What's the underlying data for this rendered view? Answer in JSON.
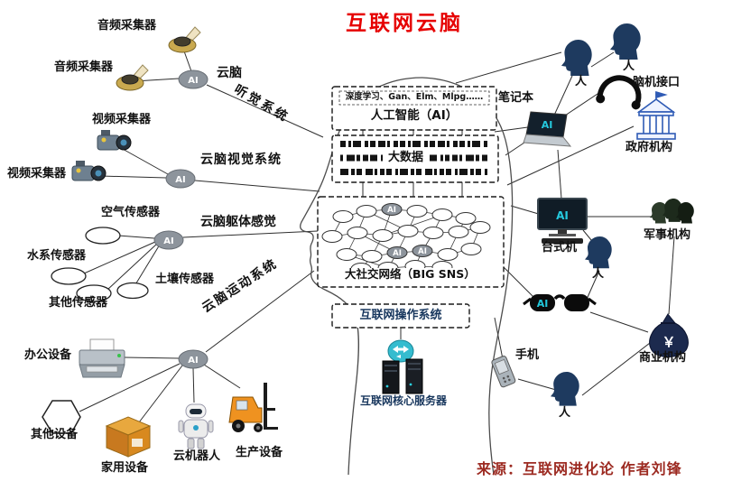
{
  "title": "互联网云脑",
  "source": "来源：互联网进化论 作者刘锋",
  "ai": "AI",
  "brain": {
    "ai_line1": "深度学习、Gan、Elm、Mlpg……",
    "ai_line2": "人工智能（AI）",
    "bigdata": "大数据",
    "sns": "大社交网络（BIG SNS）",
    "os": "互联网操作系统",
    "server": "互联网核心服务器"
  },
  "left": {
    "audio1": "音频采集器",
    "audio2": "音频采集器",
    "auditory_prefix": "云脑",
    "auditory_suffix": "听觉系统",
    "video1": "视频采集器",
    "video2": "视频采集器",
    "visual": "云脑视觉系统",
    "air": "空气传感器",
    "somato": "云脑躯体感觉",
    "water": "水系传感器",
    "soil": "土壤传感器",
    "other_sensor": "其他传感器",
    "motor": "云脑运动系统",
    "office": "办公设备",
    "other_device": "其他设备",
    "home": "家用设备",
    "robot": "云机器人",
    "production": "生产设备"
  },
  "right": {
    "laptop": "笔记本",
    "person": "人",
    "bci": "脑机接口",
    "gov": "政府机构",
    "desktop": "台式机",
    "military": "军事机构",
    "phone": "手机",
    "commerce": "商业机构",
    "yen": "￥"
  }
}
